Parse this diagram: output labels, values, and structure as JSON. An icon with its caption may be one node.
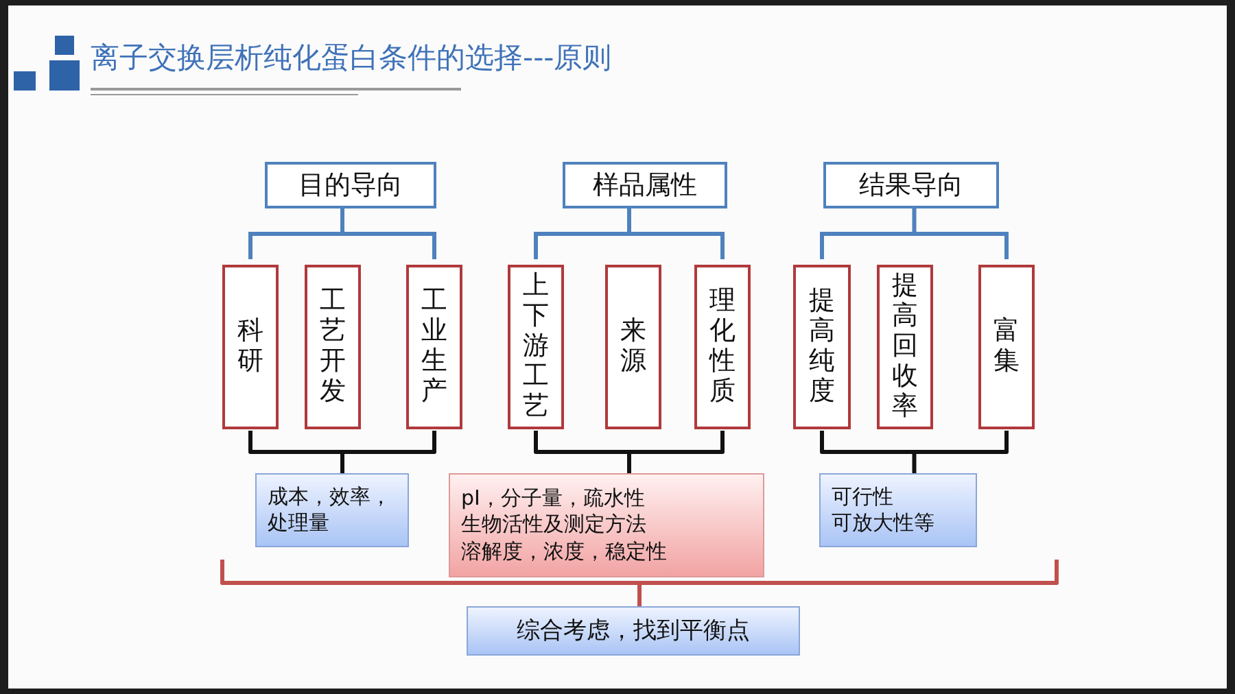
{
  "diagram": {
    "title": "离子交换层析纯化蛋白条件的选择---原则",
    "nodes": [
      {
        "text": [
          "目的导向"
        ]
      },
      {
        "text": [
          "样品属性"
        ]
      },
      {
        "text": [
          "结果导向"
        ]
      },
      {
        "text": [
          "科研"
        ]
      },
      {
        "text": [
          "工艺开发"
        ]
      },
      {
        "text": [
          "工业生产"
        ]
      },
      {
        "text": [
          "上下游工艺"
        ]
      },
      {
        "text": [
          "来源"
        ]
      },
      {
        "text": [
          "理化性质"
        ]
      },
      {
        "text": [
          "提高纯度"
        ]
      },
      {
        "text": [
          "提高回收率"
        ]
      },
      {
        "text": [
          "富集"
        ]
      },
      {
        "text": [
          "成本，效率，处理量"
        ]
      },
      {
        "text": [
          "pI，分子量，疏水性",
          "生物活性及测定方法",
          "溶解度，浓度，稳定性"
        ]
      },
      {
        "text": [
          "可行性",
          "可放大性等"
        ]
      },
      {
        "text": [
          "综合考虑，找到平衡点"
        ]
      }
    ]
  }
}
